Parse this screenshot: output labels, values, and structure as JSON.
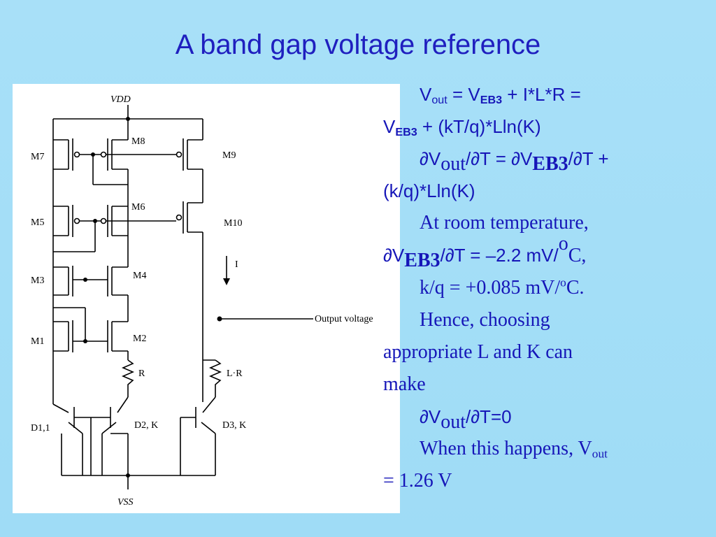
{
  "slide": {
    "title": "A band gap voltage reference"
  },
  "diagram": {
    "labels": {
      "vdd": "VDD",
      "vss": "VSS",
      "m7": "M7",
      "m8": "M8",
      "m9": "M9",
      "m5": "M5",
      "m6": "M6",
      "m10": "M10",
      "m3": "M3",
      "m4": "M4",
      "m1": "M1",
      "m2": "M2",
      "current": "I",
      "output": "Output voltage",
      "r": "R",
      "lr": "L·R",
      "d1": "D1,1",
      "d2": "D2, K",
      "d3": "D3, K"
    }
  },
  "equations": {
    "l1_v": "V",
    "l1_out": "out",
    "l1_eq": " = V",
    "l1_eb3": "EB3",
    "l1_rest": " + I*L*R =",
    "l2_v": "V",
    "l2_eb3": "EB3",
    "l2_rest": " + (kT/q)*Lln(K)",
    "l3_d": "∂V",
    "l3_out": "out",
    "l3_mid": "/∂T = ∂V",
    "l3_eb3": "EB3",
    "l3_rest": "/∂T +",
    "l4": "(k/q)*Lln(K)",
    "l5": "At room temperature,",
    "l6_d": "∂V",
    "l6_eb3": "EB3",
    "l6_mid": "/∂T = ",
    "l6_val": "–2.2 mV/",
    "l6_o": "o",
    "l6_c": "C,",
    "l7_a": "k/q = +0.085 mV/",
    "l7_o": "o",
    "l7_c": "C.",
    "l8": "Hence, choosing",
    "l9": "appropriate L and K can",
    "l10": "make",
    "l11_d": "∂V",
    "l11_out": "out",
    "l11_rest": "/∂T=0",
    "l12_a": "When this happens, V",
    "l12_out": "out",
    "l13": "= 1.26 V"
  }
}
